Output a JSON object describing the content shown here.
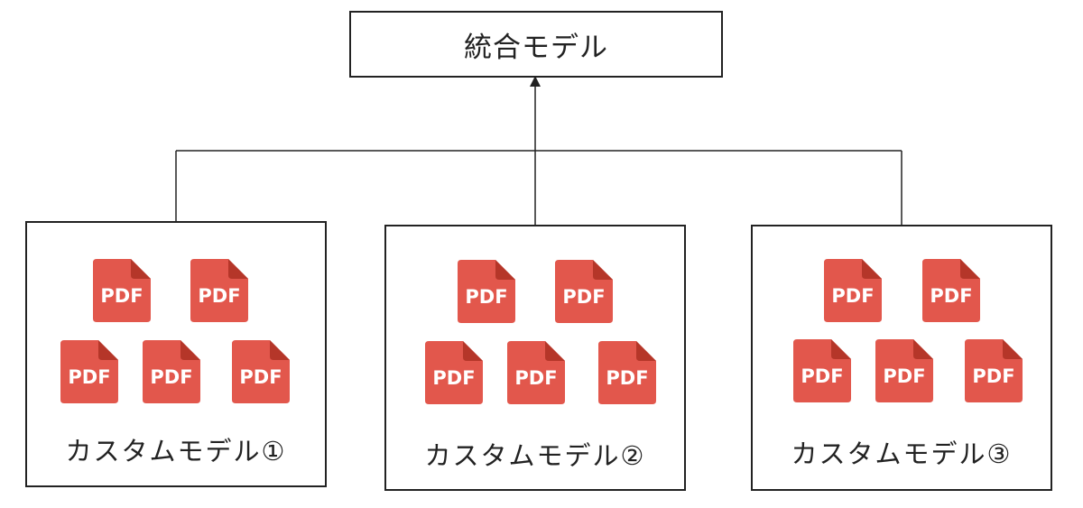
{
  "top_model": {
    "label": "統合モデル"
  },
  "custom_models": [
    {
      "label": "カスタムモデル①",
      "pdf_label": "PDF"
    },
    {
      "label": "カスタムモデル②",
      "pdf_label": "PDF"
    },
    {
      "label": "カスタムモデル③",
      "pdf_label": "PDF"
    }
  ],
  "colors": {
    "pdf_red": "#E2574C",
    "pdf_fold": "#B53629",
    "line": "#222222"
  },
  "icon": "pdf-file-icon"
}
